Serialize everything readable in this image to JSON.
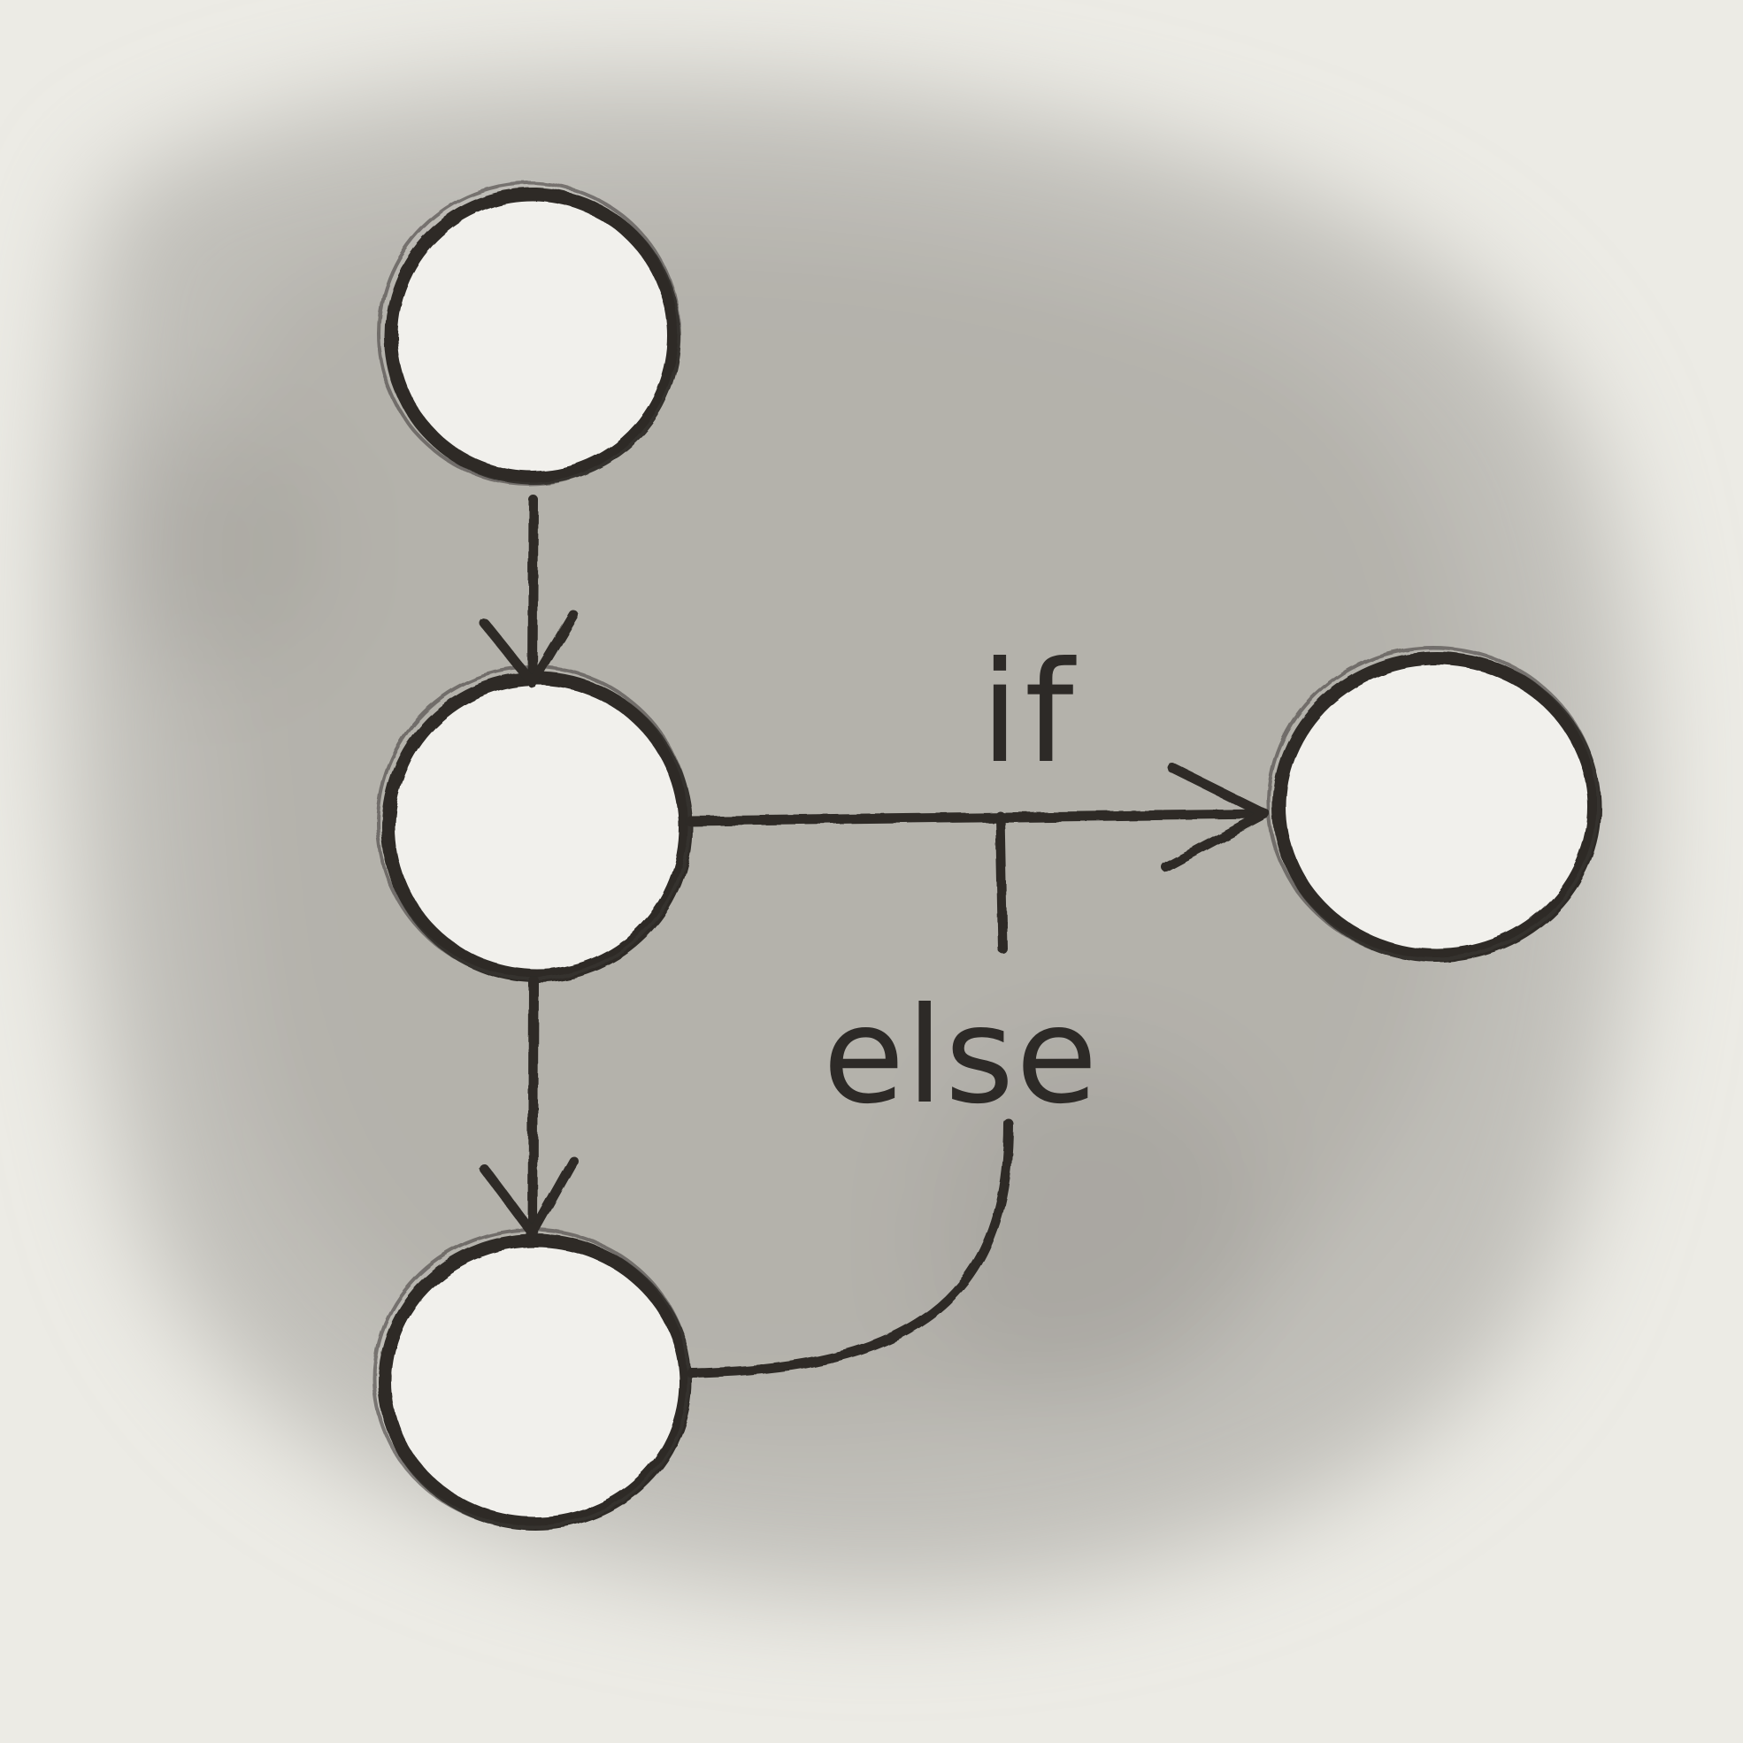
{
  "diagram": {
    "type": "flowchart",
    "nodes": [
      {
        "id": "n1",
        "label": ""
      },
      {
        "id": "n2",
        "label": ""
      },
      {
        "id": "n3",
        "label": ""
      },
      {
        "id": "n4",
        "label": ""
      }
    ],
    "edges": [
      {
        "from": "n1",
        "to": "n2",
        "label": ""
      },
      {
        "from": "n2",
        "to": "n3",
        "label": "if"
      },
      {
        "from": "n2",
        "to": "n4",
        "label": ""
      },
      {
        "from": "n2",
        "to": "n4",
        "label": "else"
      }
    ],
    "labels": {
      "if": "if",
      "else": "else"
    },
    "colors": {
      "ink": "#2d2a27",
      "node_fill": "#f1f0ec",
      "paper": "#ecebe5",
      "wash": "#b9b7b1"
    }
  }
}
